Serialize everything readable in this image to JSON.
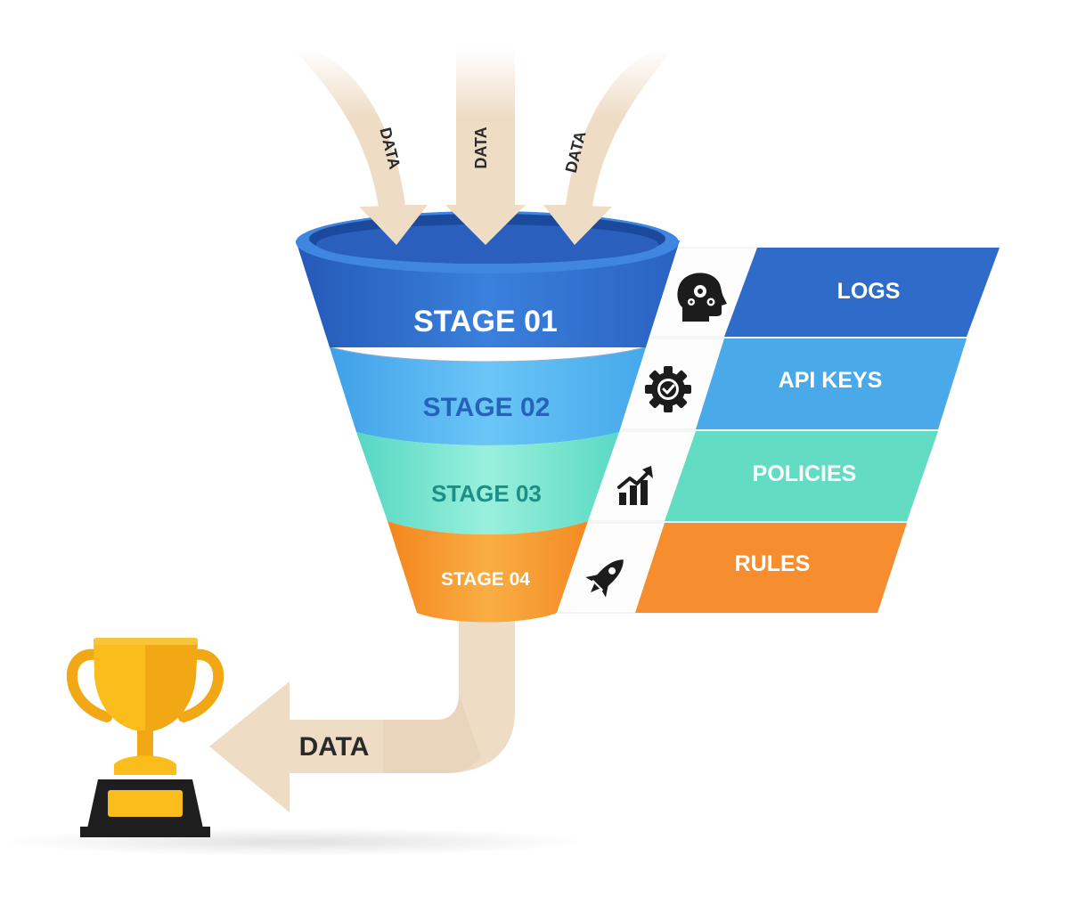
{
  "inputs": [
    {
      "label": "DATA"
    },
    {
      "label": "DATA"
    },
    {
      "label": "DATA"
    }
  ],
  "stages": [
    {
      "label": "STAGE 01",
      "item": "LOGS",
      "icon": "head-gears-icon",
      "color": "#2f6cc9",
      "label_color": "#ffffff"
    },
    {
      "label": "STAGE 02",
      "item": "API KEYS",
      "icon": "gear-check-icon",
      "color": "#49a9e9",
      "label_color": "#2563b8"
    },
    {
      "label": "STAGE 03",
      "item": "POLICIES",
      "icon": "growth-chart-icon",
      "color": "#63dcc4",
      "label_color": "#1d8f86"
    },
    {
      "label": "STAGE 04",
      "item": "RULES",
      "icon": "rocket-icon",
      "color": "#f68d2e",
      "label_color": "#ffffff"
    }
  ],
  "output": {
    "label": "DATA"
  },
  "colors": {
    "arrow": "#eedcc5",
    "trophy": "#fbbd1b",
    "trophy_base": "#1e1e1e",
    "text_dark": "#2a2a2a"
  }
}
